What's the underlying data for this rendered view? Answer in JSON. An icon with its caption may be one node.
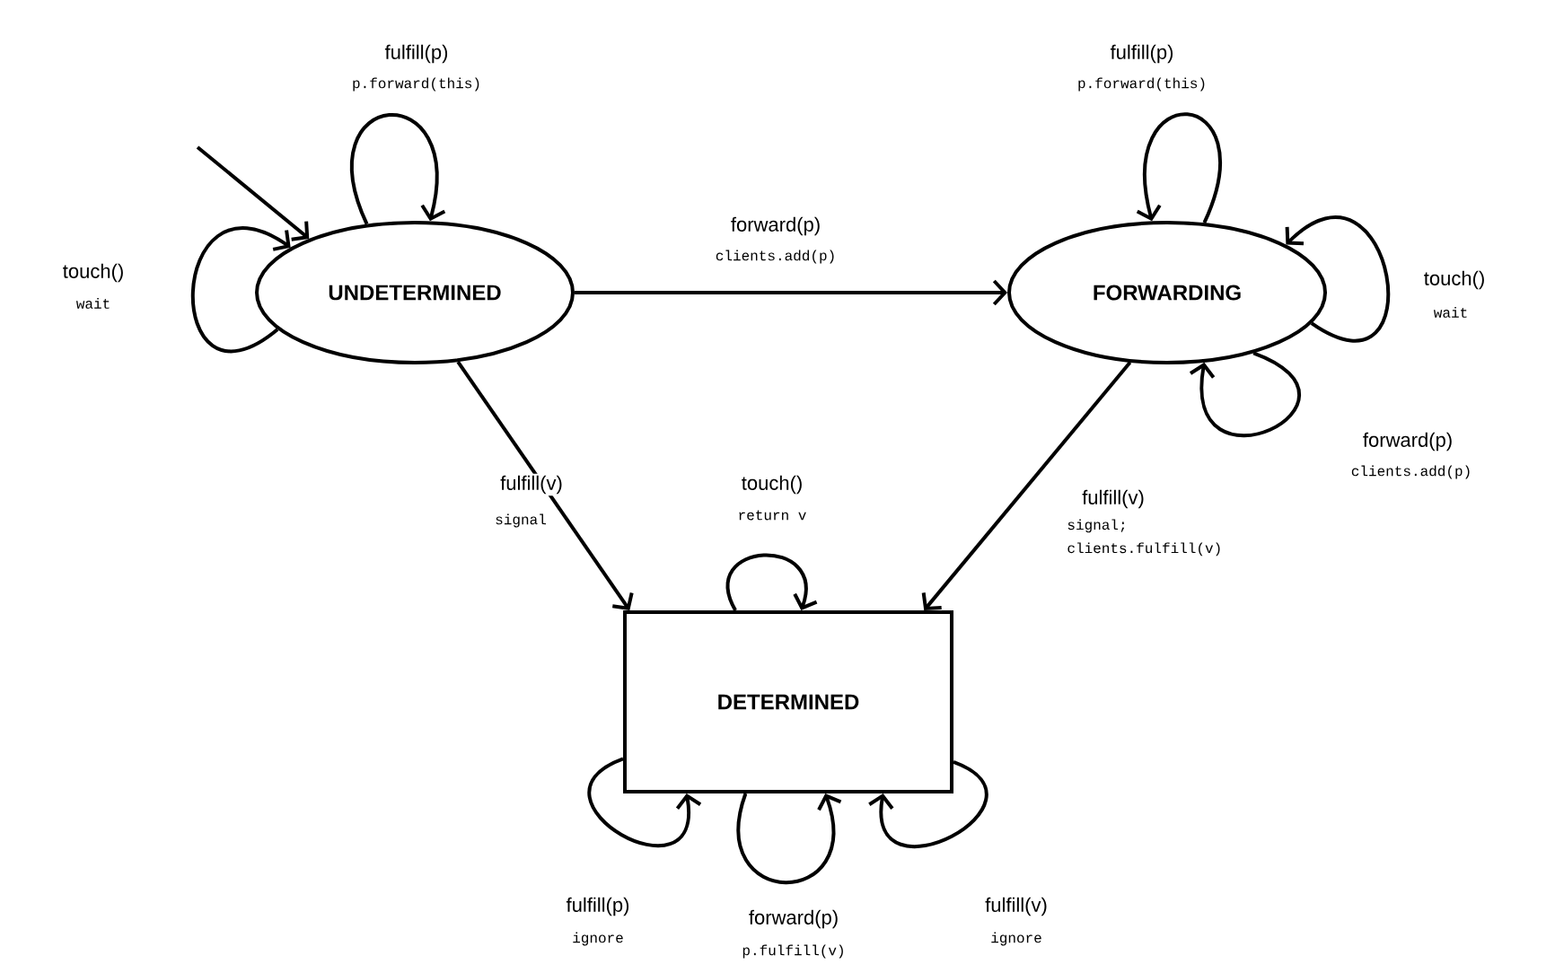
{
  "diagram": {
    "nodes": [
      {
        "text": [
          "UNDETERMINED"
        ]
      },
      {
        "text": [
          "FORWARDING"
        ]
      },
      {
        "text": [
          "DETERMINED"
        ]
      }
    ],
    "edges": [
      {
        "from": null,
        "to": 0,
        "arrow": "to"
      },
      {
        "from": 0,
        "to": 0,
        "arrow": "to",
        "label": "fulfill(p)"
      },
      {
        "from": 0,
        "to": 0,
        "arrow": "to",
        "label": "touch()"
      },
      {
        "from": 0,
        "to": 1,
        "arrow": "to",
        "label": "forward(p)"
      },
      {
        "from": 1,
        "to": 1,
        "arrow": "to",
        "label": "fulfill(p)"
      },
      {
        "from": 1,
        "to": 1,
        "arrow": "to",
        "label": "touch()"
      },
      {
        "from": 1,
        "to": 1,
        "arrow": "to",
        "label": "forward(p)"
      },
      {
        "from": 0,
        "to": 2,
        "arrow": "to",
        "label": "fulfill(v)"
      },
      {
        "from": 1,
        "to": 2,
        "arrow": "to",
        "label": "fulfill(v)"
      },
      {
        "from": 2,
        "to": 2,
        "arrow": "to",
        "label": "touch()"
      },
      {
        "from": 2,
        "to": 2,
        "arrow": "to",
        "label": "fulfill(p)"
      },
      {
        "from": 2,
        "to": 2,
        "arrow": "to",
        "label": "forward(p)"
      },
      {
        "from": 2,
        "to": 2,
        "arrow": "to",
        "label": "fulfill(v)"
      }
    ],
    "labels": [
      "p.forward(this)",
      "wait",
      "clients.add(p)",
      "p.forward(this)",
      "wait",
      "clients.add(p)",
      "signal",
      "signal; clients.fulfill(v)",
      "return v",
      "ignore",
      "p.fulfill(v)",
      "ignore"
    ]
  }
}
